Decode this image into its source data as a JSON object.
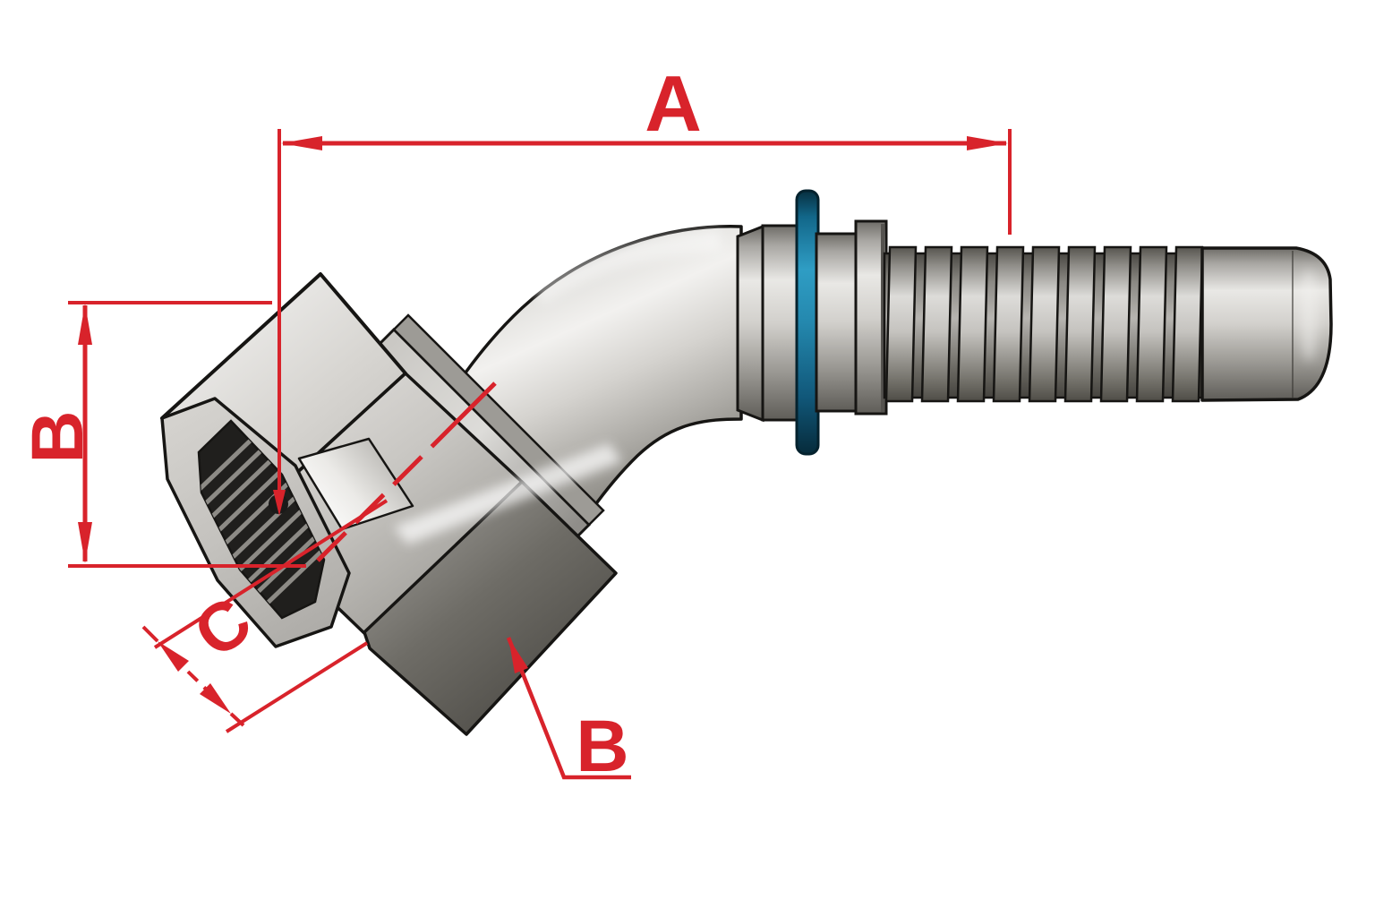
{
  "diagram": {
    "title": "45-degree elbow hose fitting with dimension callouts",
    "background_color": "#ffffff",
    "annotation_color": "#d8232b",
    "labels": {
      "dim_a": "A",
      "dim_b": "B",
      "dim_c": "C",
      "callout_b": "B"
    },
    "part_colors": {
      "metal_highlight": "#f2f1ef",
      "metal_light": "#d5d3cf",
      "metal_mid": "#aaa8a3",
      "metal_dark": "#4d4b46",
      "outline": "#161513",
      "o_ring_blue": "#2f9dc4",
      "o_ring_blue_dark": "#072f40"
    }
  }
}
